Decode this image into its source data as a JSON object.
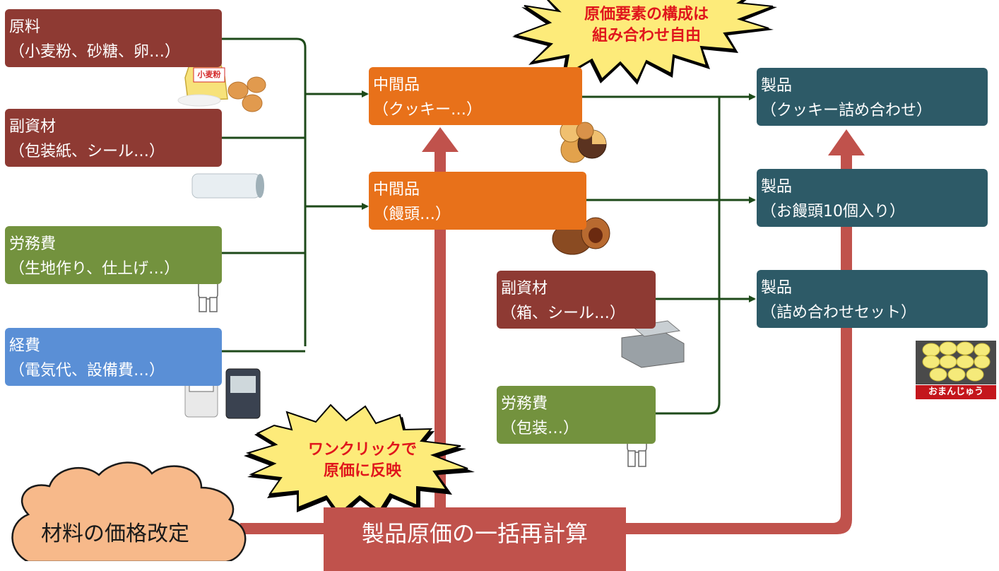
{
  "inputs": {
    "raw_material": {
      "title": "原料",
      "detail": "（小麦粉、砂糖、卵…）"
    },
    "sub_material": {
      "title": "副資材",
      "detail": "（包装紙、シール…）"
    },
    "labor": {
      "title": "労務費",
      "detail": "（生地作り、仕上げ…）"
    },
    "expense": {
      "title": "経費",
      "detail": "（電気代、設備費…）"
    }
  },
  "intermediates": [
    {
      "title": "中間品",
      "detail": "（クッキー…）"
    },
    {
      "title": "中間品",
      "detail": "（饅頭…）"
    }
  ],
  "secondary_inputs": {
    "sub_material": {
      "title": "副資材",
      "detail": "（箱、シール…）"
    },
    "labor": {
      "title": "労務費",
      "detail": "（包装…）"
    }
  },
  "products": [
    {
      "title": "製品",
      "detail": "（クッキー詰め合わせ）"
    },
    {
      "title": "製品",
      "detail": "（お饅頭10個入り）"
    },
    {
      "title": "製品",
      "detail": "（詰め合わせセット）"
    }
  ],
  "callouts": {
    "composition": {
      "line1": "原価要素の構成は",
      "line2": "組み合わせ自由"
    },
    "one_click": {
      "line1": "ワンクリックで",
      "line2": "原価に反映"
    }
  },
  "price_revision": "材料の価格改定",
  "bulk_recalc": "製品原価の一括再計算",
  "illustrations": {
    "flour_bag_label": "小麦粉",
    "manju_box_label": "おまんじゅう"
  },
  "colors": {
    "material": "#8e3a33",
    "labor": "#73923e",
    "expense": "#5a8fd6",
    "intermediate": "#e8711a",
    "product": "#2d5a67",
    "recalc": "#c0524c",
    "flow_line": "#1e4a1a"
  }
}
